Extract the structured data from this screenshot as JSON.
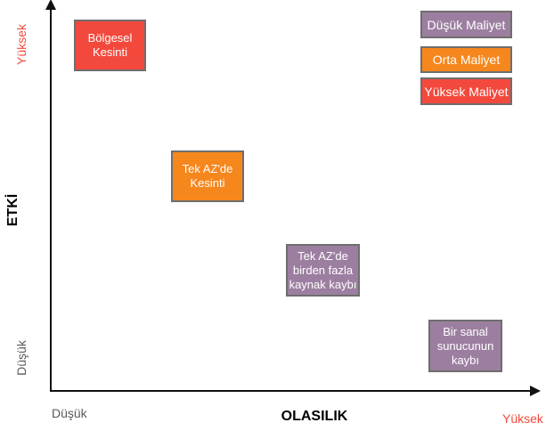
{
  "chart_data": {
    "type": "scatter",
    "xlabel": "OLASILIK",
    "ylabel": "ETKİ",
    "x_axis": {
      "min_label": "Düşük",
      "max_label": "Yüksek"
    },
    "y_axis": {
      "min_label": "Düşük",
      "max_label": "Yüksek"
    },
    "legend_position": "top-right",
    "legend": [
      {
        "label": "Düşük Maliyet",
        "color": "#9C7FA0"
      },
      {
        "label": "Orta Maliyet",
        "color": "#F6871D"
      },
      {
        "label": "Yüksek Maliyet",
        "color": "#F3493C"
      }
    ],
    "points": [
      {
        "label": "Bölgesel\nKesinti",
        "x": 0.12,
        "y": 0.9,
        "cost_category": "Yüksek Maliyet",
        "color": "#F3493C"
      },
      {
        "label": "Tek AZ'de\nKesinti",
        "x": 0.33,
        "y": 0.56,
        "cost_category": "Orta Maliyet",
        "color": "#F6871D"
      },
      {
        "label": "Tek AZ'de\nbirden fazla\nkaynak kaybı",
        "x": 0.56,
        "y": 0.31,
        "cost_category": "Düşük Maliyet",
        "color": "#9C7FA0"
      },
      {
        "label": "Bir sanal\nsunucunun\nkaybı",
        "x": 0.85,
        "y": 0.12,
        "cost_category": "Düşük Maliyet",
        "color": "#9C7FA0"
      }
    ],
    "colors": {
      "high_cost_red": "#F3493C",
      "medium_cost_orange": "#F6871D",
      "low_cost_purple": "#9C7FA0",
      "box_border": "#6E6E6E",
      "axis": "#111111",
      "muted_axis_label": "#595959",
      "background": "#FFFFFF"
    }
  }
}
